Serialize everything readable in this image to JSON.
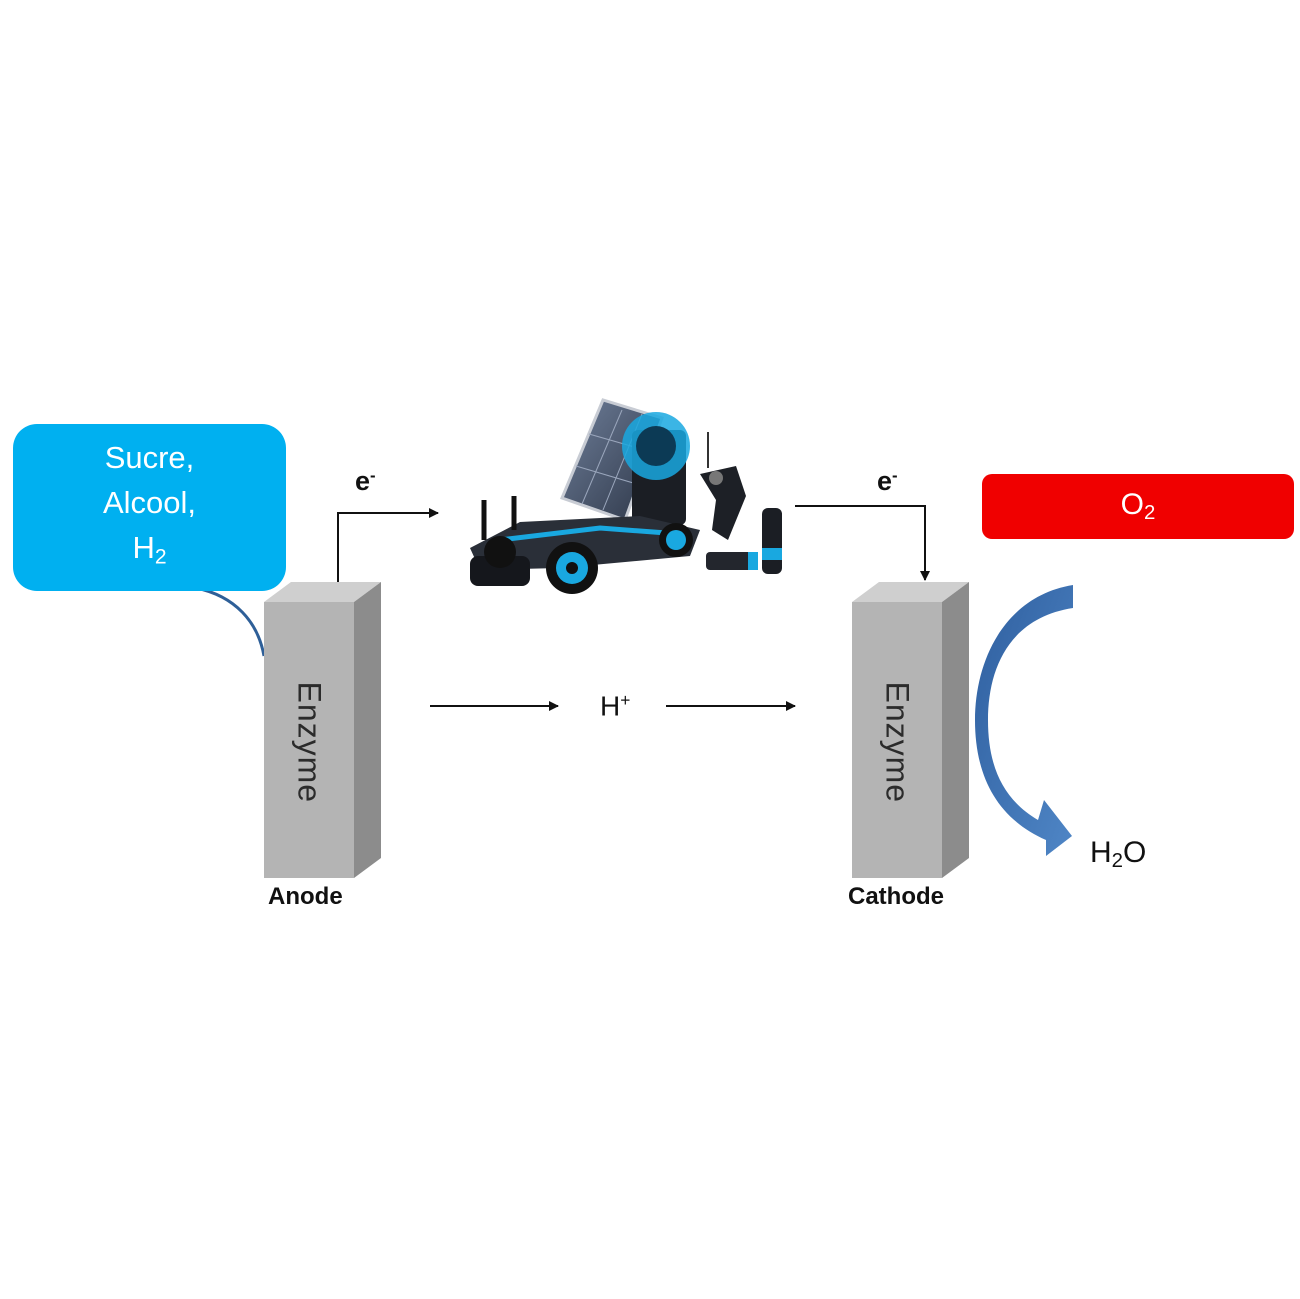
{
  "fuel_bubble": {
    "line1": "Sucre,",
    "line2": "Alcool,",
    "line3_base": "H",
    "line3_sub": "2"
  },
  "oxygen_box": {
    "base": "O",
    "sub": "2"
  },
  "electron_left": {
    "base": "e",
    "sup": "-"
  },
  "electron_right": {
    "base": "e",
    "sup": "-"
  },
  "proton": {
    "base": "H",
    "sup": "+"
  },
  "water": {
    "base1": "H",
    "sub": "2",
    "base2": "O"
  },
  "anode": {
    "enzyme_label": "Enzyme",
    "name": "Anode"
  },
  "cathode": {
    "enzyme_label": "Enzyme",
    "name": "Cathode"
  },
  "colors": {
    "fuel_bubble": "#00b0f0",
    "oxygen_box": "#f00000",
    "electrode_front": "#b4b4b4",
    "electrode_side": "#8c8c8c",
    "electrode_top": "#cfcfcf",
    "curved_arrow": "#3e6fb0",
    "device_accent": "#19a8e0"
  }
}
